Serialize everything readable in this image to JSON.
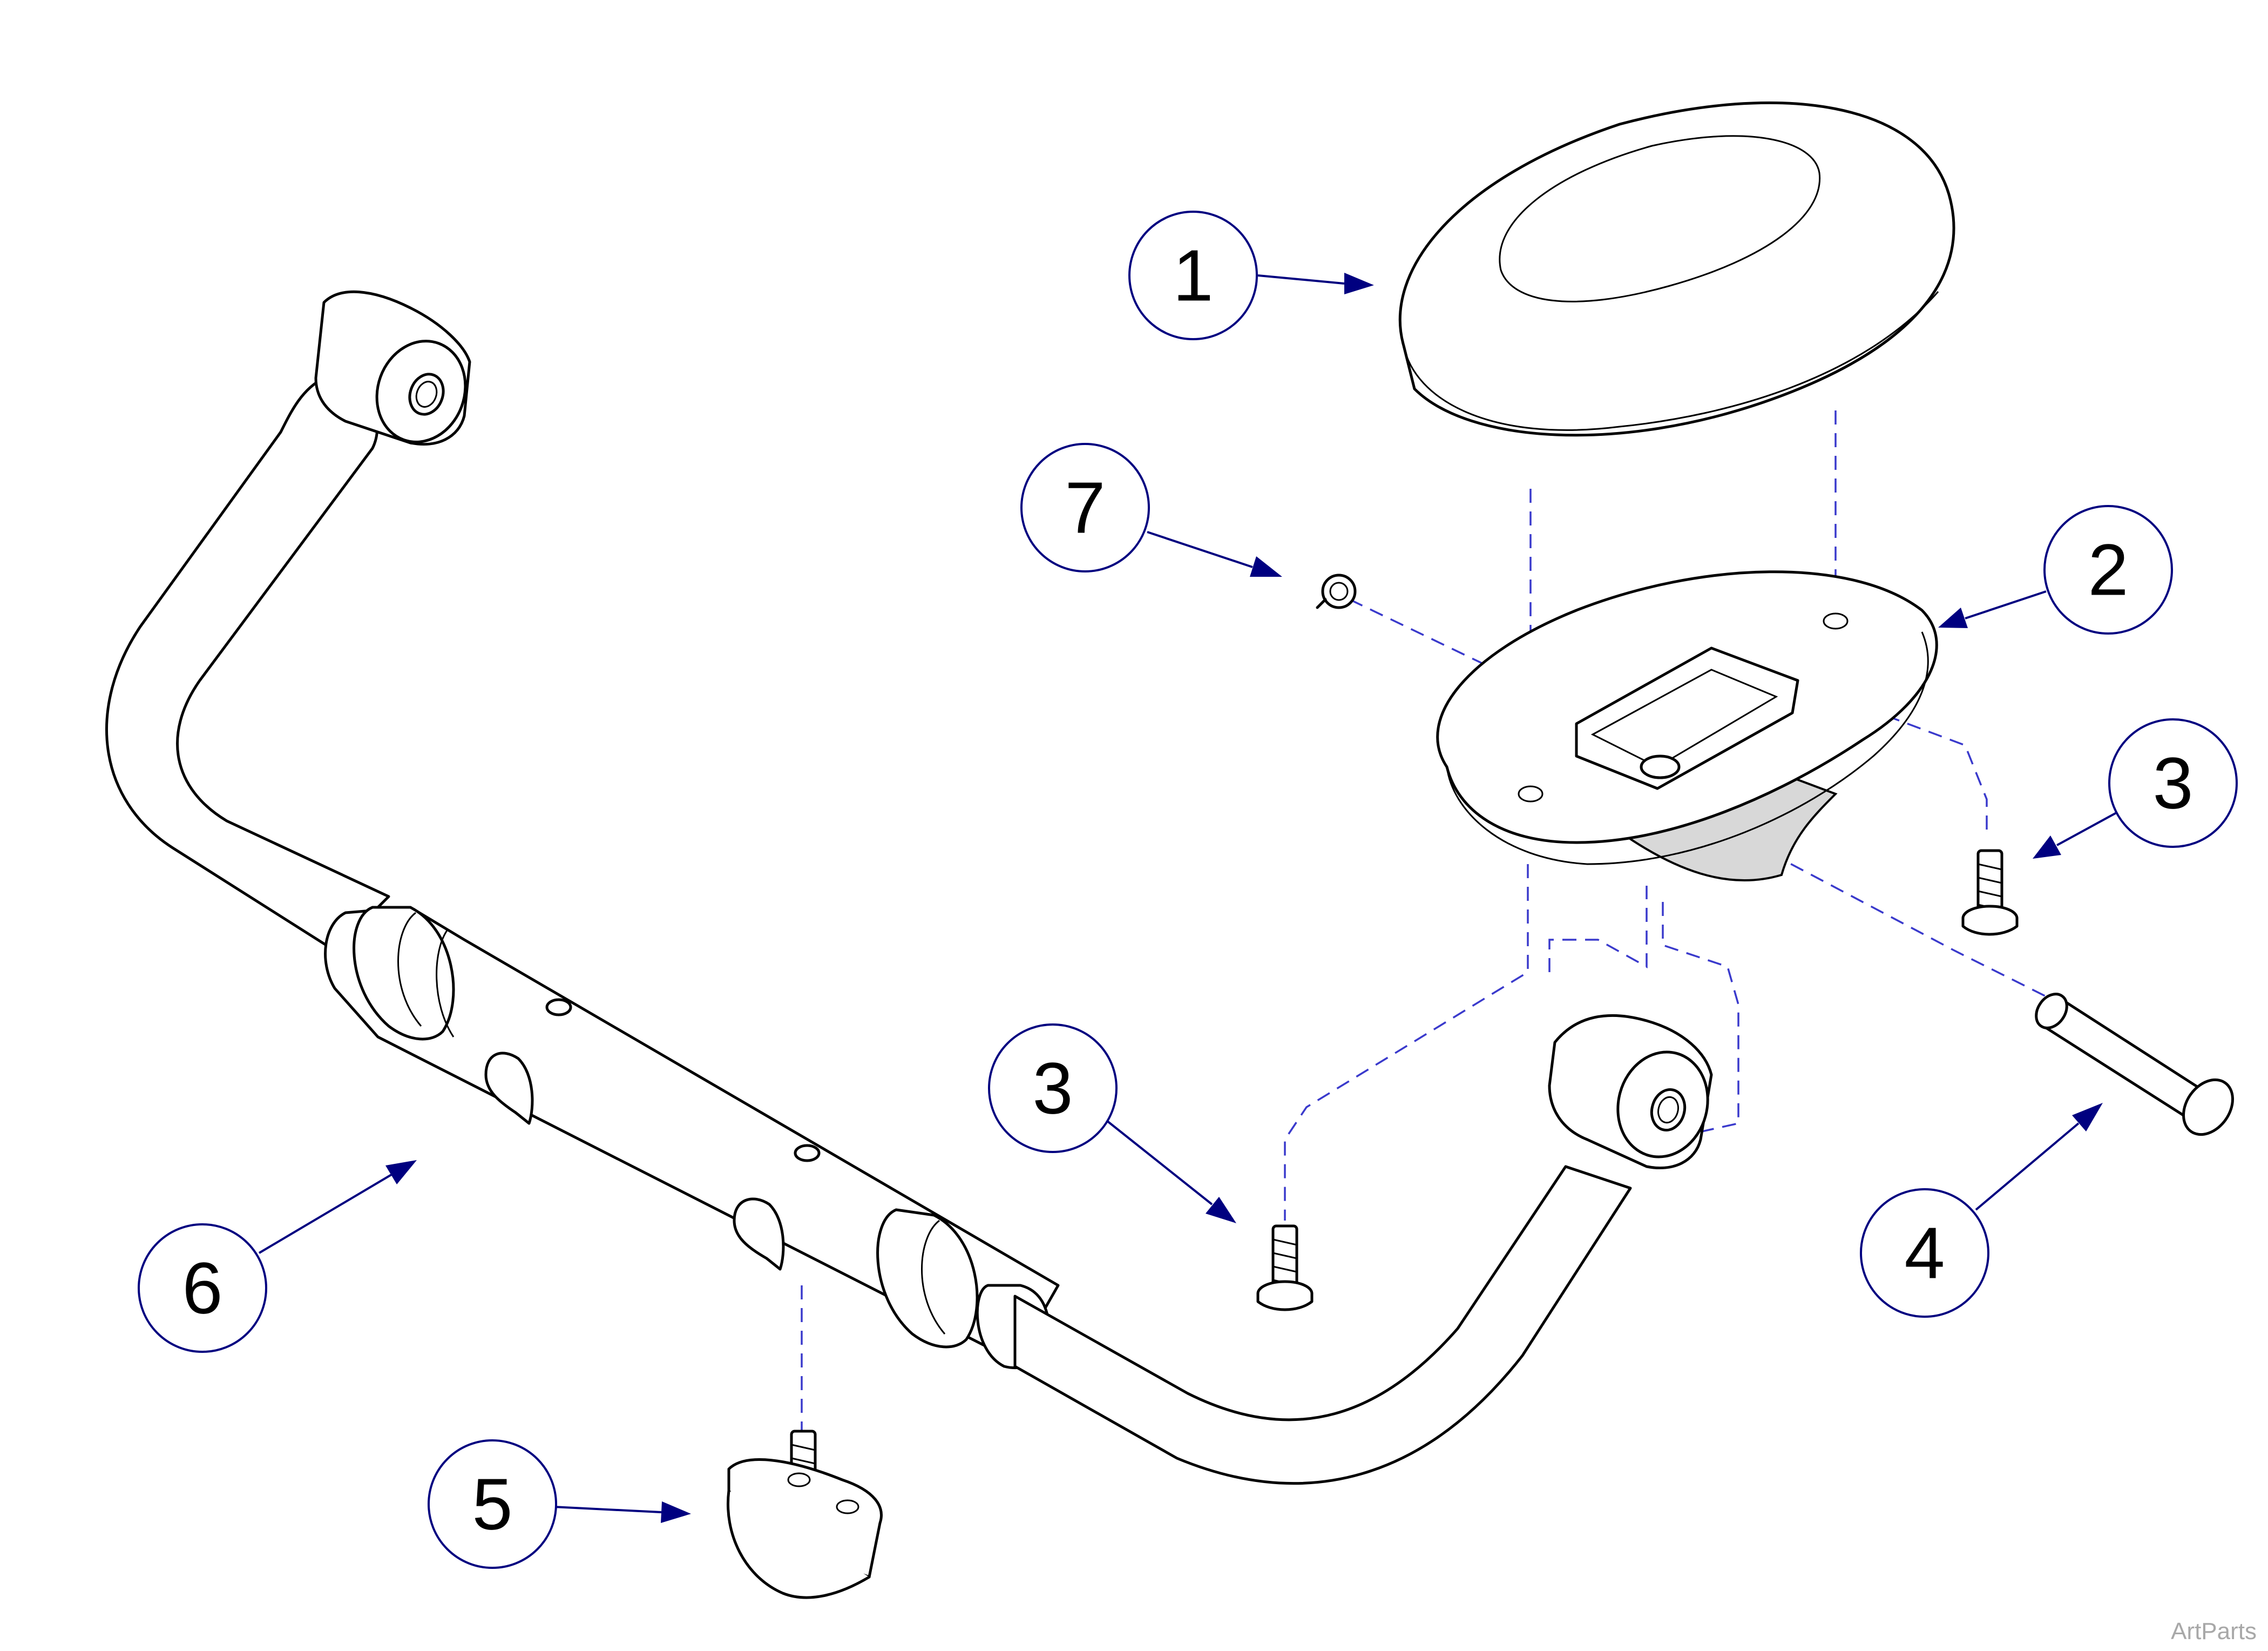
{
  "callouts": [
    {
      "id": "1",
      "label": "1"
    },
    {
      "id": "2",
      "label": "2"
    },
    {
      "id": "3a",
      "label": "3"
    },
    {
      "id": "3b",
      "label": "3"
    },
    {
      "id": "4",
      "label": "4"
    },
    {
      "id": "5",
      "label": "5"
    },
    {
      "id": "6",
      "label": "6"
    },
    {
      "id": "7",
      "label": "7"
    }
  ],
  "watermark": "ArtParts",
  "colors": {
    "callout_stroke": "#000080",
    "callout_text": "#000000",
    "dashed_line": "#3a3acc",
    "part_outline": "#000000"
  }
}
